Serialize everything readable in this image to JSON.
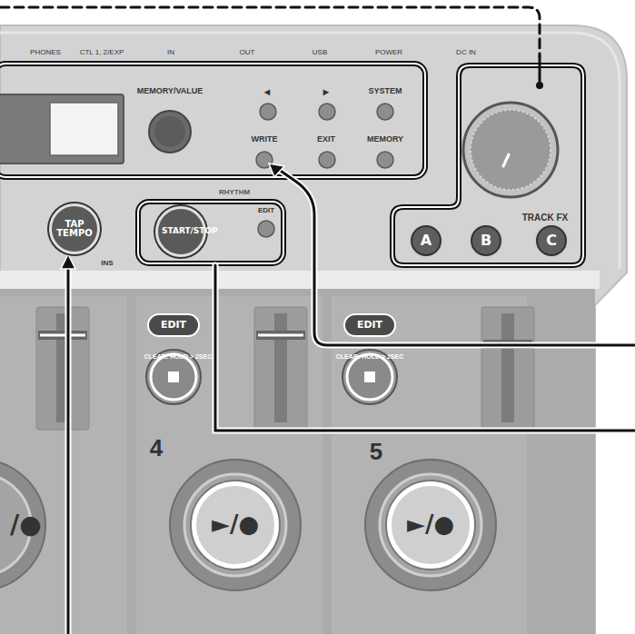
{
  "diagram": {
    "nodes": [
      {
        "text": [
          "TAP TEMPO"
        ]
      },
      {
        "text": [
          "START/STOP"
        ]
      },
      {
        "text": [
          "A"
        ]
      },
      {
        "text": [
          "B"
        ]
      },
      {
        "text": [
          "C"
        ]
      },
      {
        "text": [
          "EDIT"
        ]
      },
      {
        "text": [
          "EDIT"
        ]
      },
      {
        "text": [
          "/●"
        ]
      },
      {
        "text": [
          "►/●"
        ]
      },
      {
        "text": [
          "►/●"
        ]
      }
    ],
    "labels": [
      "PHONES",
      "CTL 1, 2/EXP",
      "IN",
      "OUT",
      "USB",
      "POWER",
      "DC IN",
      "MEMORY/VALUE",
      "◄",
      "►",
      "SYSTEM",
      "WRITE",
      "EXIT",
      "MEMORY",
      "TRACK FX",
      "RHYTHM",
      "EDIT",
      "INS",
      "CLEAR: HOLD > 2SEC",
      "CLEAR: HOLD > 2SEC",
      "4",
      "5"
    ]
  }
}
